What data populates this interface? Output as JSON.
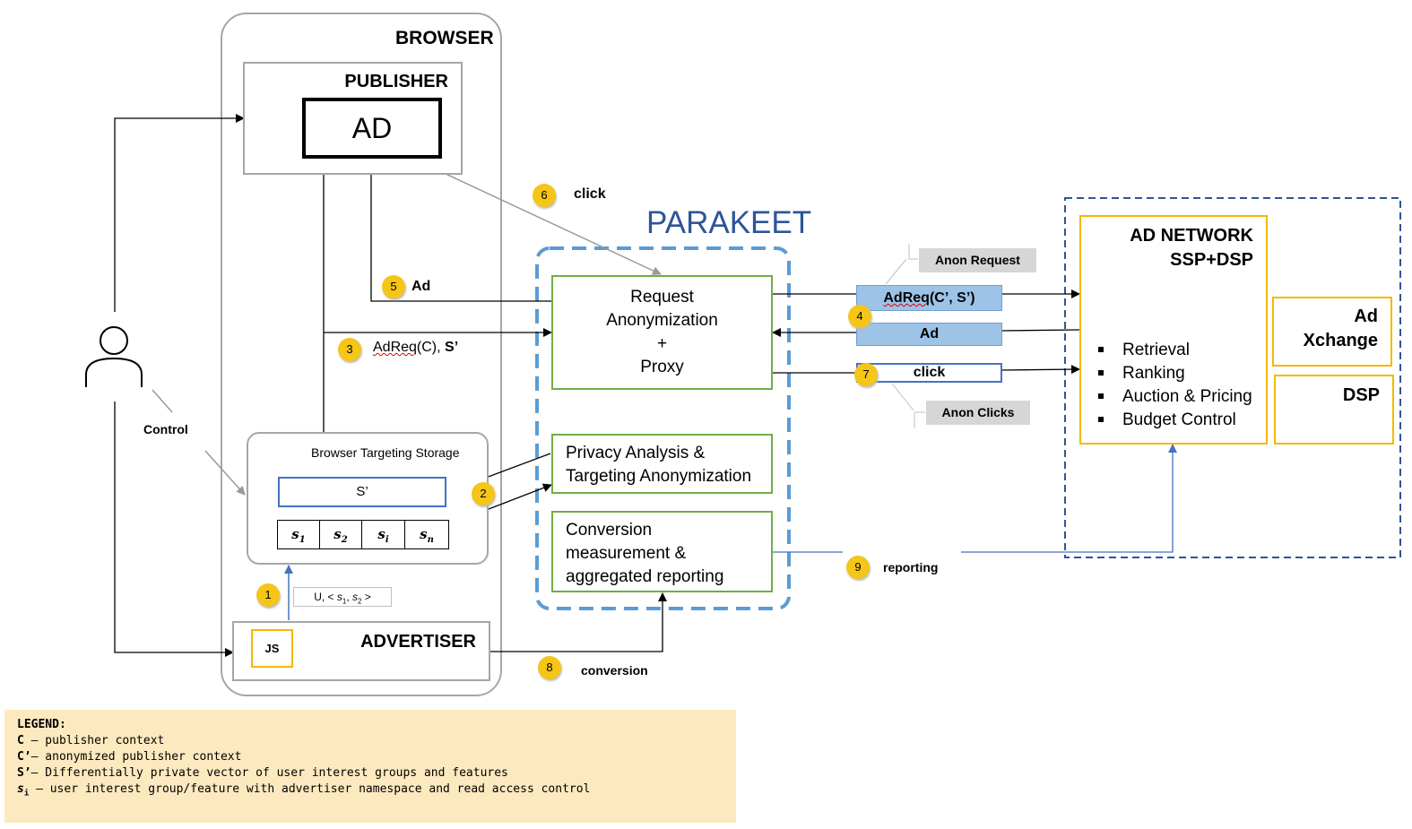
{
  "browser": {
    "title": "BROWSER"
  },
  "publisher": {
    "title": "PUBLISHER",
    "ad_label": "AD"
  },
  "parakeet": {
    "title": "PARAKEET",
    "request_box": [
      "Request",
      "Anonymization",
      "+",
      "Proxy"
    ],
    "privacy_box": [
      "Privacy Analysis &",
      "Targeting Anonymization"
    ],
    "conversion_box": [
      "Conversion",
      "measurement &",
      "aggregated reporting"
    ]
  },
  "storage": {
    "title": "Browser Targeting Storage",
    "s_prime": "S’",
    "segments": [
      "s",
      "s",
      "s",
      "s"
    ],
    "segment_subs": [
      "1",
      "2",
      "i",
      "n"
    ]
  },
  "advertiser": {
    "title": "ADVERTISER",
    "js_label": "JS",
    "update_tag": {
      "prefix": "U, < ",
      "s1": "s",
      "s1_sub": "1",
      "sep": ", ",
      "s2": "s",
      "s2_sub": "2",
      "suffix": " >"
    }
  },
  "user": {
    "control_label": "Control"
  },
  "steps": [
    {
      "num": "1"
    },
    {
      "num": "2"
    },
    {
      "num": "3",
      "label_a": "AdReq",
      "label_b": "(C), ",
      "label_c": "S’"
    },
    {
      "num": "4"
    },
    {
      "num": "5",
      "label": "Ad"
    },
    {
      "num": "6",
      "label": "click"
    },
    {
      "num": "7"
    },
    {
      "num": "8",
      "label": "conversion"
    },
    {
      "num": "9",
      "label": "reporting"
    }
  ],
  "messages": {
    "adreq_anon_a": "AdReq",
    "adreq_anon_b": "(C’, S’)",
    "ad": "Ad",
    "click": "click",
    "anon_request": "Anon Request",
    "anon_clicks": "Anon Clicks"
  },
  "ad_network": {
    "title_line1": "AD NETWORK",
    "title_line2": "SSP+DSP",
    "items": [
      "Retrieval",
      "Ranking",
      "Auction & Pricing",
      "Budget Control"
    ],
    "xchange_line1": "Ad",
    "xchange_line2": "Xchange",
    "dsp": "DSP"
  },
  "legend": {
    "title": "LEGEND:",
    "rows": [
      {
        "key": "C",
        "text": " – publisher context"
      },
      {
        "key": "C’",
        "text": "– anonymized publisher context"
      },
      {
        "key": "S’",
        "text": "– Differentially private vector of user interest groups and features"
      },
      {
        "key": "s",
        "key_sub": "i",
        "text": " – user interest group/feature with advertiser namespace and read access control"
      }
    ]
  },
  "colors": {
    "parakeet_blue": "#2e5597",
    "dashed_blue": "#5b9bd5",
    "green": "#70ad47",
    "orange": "#f5b800",
    "step_yellow": "#f5c518",
    "message_blue": "#9dc3e6",
    "legend_bg": "#fde9bf"
  }
}
